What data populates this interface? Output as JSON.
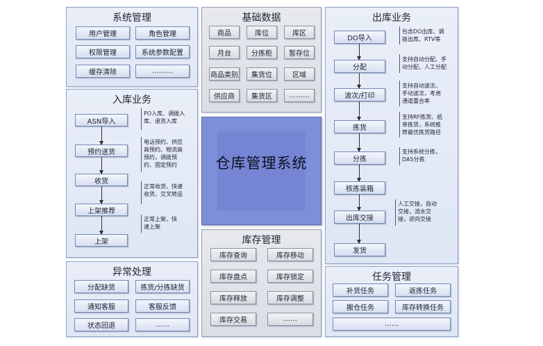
{
  "system": {
    "title": "系统管理",
    "items": [
      "用户管理",
      "角色管理",
      "权限管理",
      "系统参数配置",
      "缓存清除",
      "………"
    ]
  },
  "base": {
    "title": "基础数据",
    "items": [
      "商品",
      "库位",
      "库区",
      "月台",
      "分拣柜",
      "暂存位",
      "商品类别",
      "集货位",
      "区域",
      "供应商",
      "集货区",
      "………"
    ]
  },
  "outbound": {
    "title": "出库业务",
    "steps": [
      "DO导入",
      "分配",
      "波次/打印",
      "拣货",
      "分拣",
      "核拣装箱",
      "出库交接",
      "发货"
    ],
    "notes": [
      "包含DO出库、调\n拨出库、RTV等",
      "支持自动分配、手\n动分配、人工分配",
      "支持自动波次、\n手动波次，考虑\n通道重合率",
      "支持RF拣货、纸\n单拣货，系统推\n荐最优拣货路径",
      "支持系统分拣，\nDAS分拣",
      "人工交接，自动\n交接，流水交\n接，逆向交接"
    ]
  },
  "inbound": {
    "title": "入库业务",
    "steps": [
      "ASN导入",
      "预约送货",
      "收货",
      "上架推荐",
      "上架"
    ],
    "notes": [
      "PO入库、调拨入\n库、退货入库",
      "电话预约、供应\n商预约、物流商\n预约，调拨预\n约、固定预约",
      "正常收货、快速\n收货、交叉转运",
      "正常上架、快\n速上架"
    ]
  },
  "center": {
    "title": "仓库管理系统"
  },
  "exception": {
    "title": "异常处理",
    "items": [
      "分配缺货",
      "拣货/分拣缺货",
      "通知客服",
      "客服反馈",
      "状态回退",
      "……"
    ]
  },
  "inventory": {
    "title": "库存管理",
    "items": [
      "库存查询",
      "库存移动",
      "库存盘点",
      "库存锁定",
      "库存释放",
      "库存调整",
      "库存交易",
      "……"
    ]
  },
  "task": {
    "title": "任务管理",
    "items": [
      "补货任务",
      "返拣任务",
      "搬仓任务",
      "库存转换任务",
      "……"
    ]
  }
}
